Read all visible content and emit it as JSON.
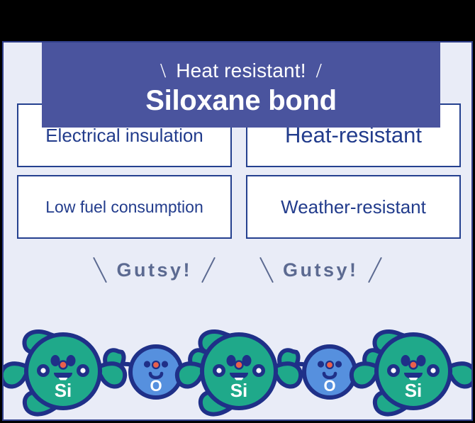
{
  "banner": {
    "kicker": "Heat resistant!",
    "title": "Siloxane bond",
    "slash_left": "/",
    "slash_right": "/",
    "bg_color": "#4a549e",
    "text_color": "#ffffff"
  },
  "features": [
    {
      "label": "Electrical insulation",
      "size": "md"
    },
    {
      "label": "Heat-resistant",
      "size": "lg"
    },
    {
      "label": "Low fuel consumption",
      "size": "sm"
    },
    {
      "label": "Weather-resistant",
      "size": "md"
    }
  ],
  "feature_style": {
    "border_color": "#24408f",
    "text_color": "#223c8c",
    "background": "#ffffff"
  },
  "gutsy": [
    {
      "text": "Gutsy!"
    },
    {
      "text": "Gutsy!"
    }
  ],
  "gutsy_style": {
    "color": "#5c6a91"
  },
  "molecule_chain": {
    "atoms": [
      {
        "symbol": "Si",
        "type": "silicon"
      },
      {
        "symbol": "O",
        "type": "oxygen"
      },
      {
        "symbol": "Si",
        "type": "silicon"
      },
      {
        "symbol": "O",
        "type": "oxygen"
      },
      {
        "symbol": "Si",
        "type": "silicon"
      }
    ],
    "colors": {
      "silicon_fill": "#1fa98a",
      "oxygen_fill": "#5690de",
      "outline": "#1f3088",
      "nose": "#e8604c",
      "label": "#ffffff"
    }
  },
  "page": {
    "background": "#e9ecf7",
    "card_border": "#31408c",
    "outer_background": "#000000"
  }
}
